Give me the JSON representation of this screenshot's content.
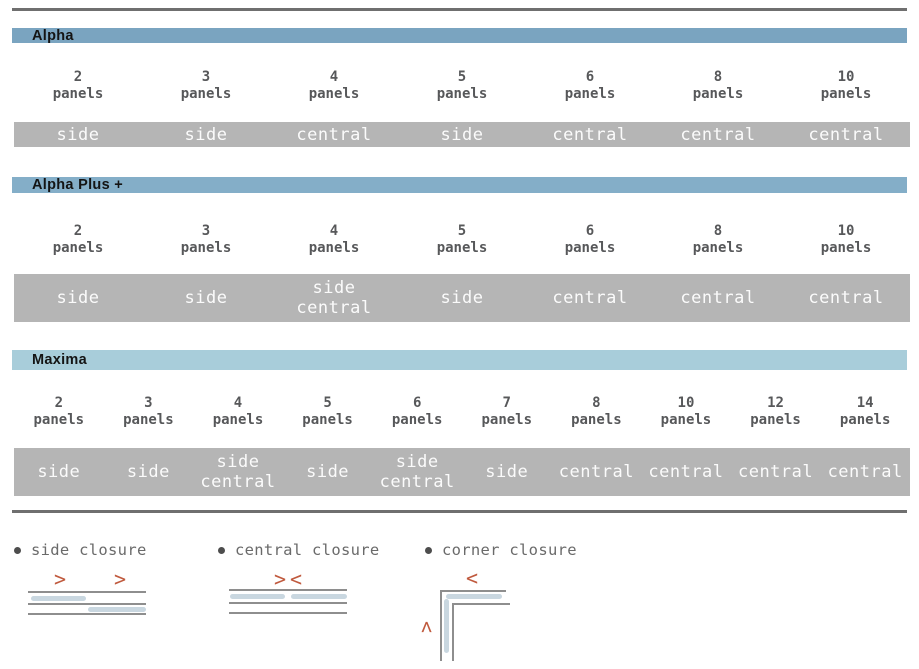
{
  "sections": [
    {
      "title": "Alpha",
      "header_bg": "#7aa4c0",
      "columns": [
        {
          "count": "2",
          "unit": "panels",
          "closure": "side"
        },
        {
          "count": "3",
          "unit": "panels",
          "closure": "side"
        },
        {
          "count": "4",
          "unit": "panels",
          "closure": "central"
        },
        {
          "count": "5",
          "unit": "panels",
          "closure": "side"
        },
        {
          "count": "6",
          "unit": "panels",
          "closure": "central"
        },
        {
          "count": "8",
          "unit": "panels",
          "closure": "central"
        },
        {
          "count": "10",
          "unit": "panels",
          "closure": "central"
        }
      ]
    },
    {
      "title": "Alpha Plus +",
      "header_bg": "#84aec8",
      "columns": [
        {
          "count": "2",
          "unit": "panels",
          "closure": "side"
        },
        {
          "count": "3",
          "unit": "panels",
          "closure": "side"
        },
        {
          "count": "4",
          "unit": "panels",
          "closure": "side\ncentral"
        },
        {
          "count": "5",
          "unit": "panels",
          "closure": "side"
        },
        {
          "count": "6",
          "unit": "panels",
          "closure": "central"
        },
        {
          "count": "8",
          "unit": "panels",
          "closure": "central"
        },
        {
          "count": "10",
          "unit": "panels",
          "closure": "central"
        }
      ]
    },
    {
      "title": "Maxima",
      "header_bg": "#a8cdda",
      "columns": [
        {
          "count": "2",
          "unit": "panels",
          "closure": "side"
        },
        {
          "count": "3",
          "unit": "panels",
          "closure": "side"
        },
        {
          "count": "4",
          "unit": "panels",
          "closure": "side\ncentral"
        },
        {
          "count": "5",
          "unit": "panels",
          "closure": "side"
        },
        {
          "count": "6",
          "unit": "panels",
          "closure": "side\ncentral"
        },
        {
          "count": "7",
          "unit": "panels",
          "closure": "side"
        },
        {
          "count": "8",
          "unit": "panels",
          "closure": "central"
        },
        {
          "count": "10",
          "unit": "panels",
          "closure": "central"
        },
        {
          "count": "12",
          "unit": "panels",
          "closure": "central"
        },
        {
          "count": "14",
          "unit": "panels",
          "closure": "central"
        }
      ]
    }
  ],
  "legend": {
    "items": [
      {
        "label": "side closure"
      },
      {
        "label": "central closure"
      },
      {
        "label": "corner closure"
      }
    ],
    "chevron_right": ">",
    "chevron_left": "<"
  },
  "colors": {
    "rule": "#6f6f6f",
    "row_bg": "#b5b5b5",
    "row_text": "#fbfbfb",
    "column_text": "#57585a",
    "legend_text": "#6a6a6a",
    "chevron_red": "#c05a3e",
    "diagram_blue": "#c9d7e0",
    "diagram_line": "#8e8e8e"
  }
}
